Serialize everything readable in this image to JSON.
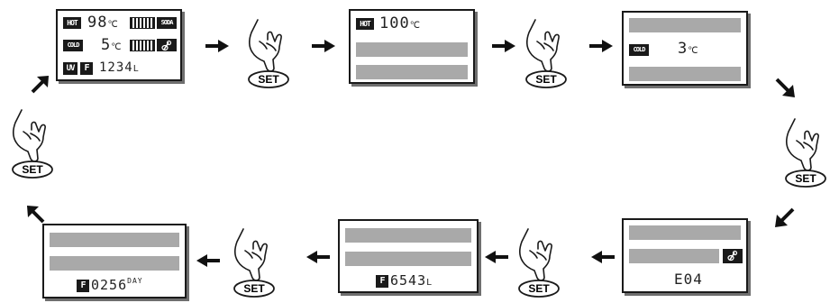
{
  "screens": {
    "main": {
      "hot_label": "HOT",
      "hot_temp": "98",
      "hot_unit": "℃",
      "soda_label": "SODA",
      "cold_label": "COLD",
      "cold_temp": "5",
      "cold_unit": "℃",
      "uv_label": "UV",
      "filter_label": "F",
      "volume": "1234",
      "volume_unit": "L"
    },
    "hot": {
      "label": "HOT",
      "temp": "100",
      "unit": "℃"
    },
    "cold": {
      "label": "COLD",
      "temp": "3",
      "unit": "℃"
    },
    "error": {
      "code": "E04"
    },
    "filter_volume": {
      "filter_label": "F",
      "value": "6543",
      "unit": "L"
    },
    "filter_days": {
      "filter_label": "F",
      "value": "0256",
      "unit": "DAY"
    }
  },
  "set_label": "SET",
  "colors": {
    "lcd_bar": "#a9a9a9",
    "ink": "#1a1a1a",
    "shadow": "#6f6f6f"
  },
  "icons": [
    "hand-press-icon",
    "arrow-icon",
    "co2-icon"
  ]
}
